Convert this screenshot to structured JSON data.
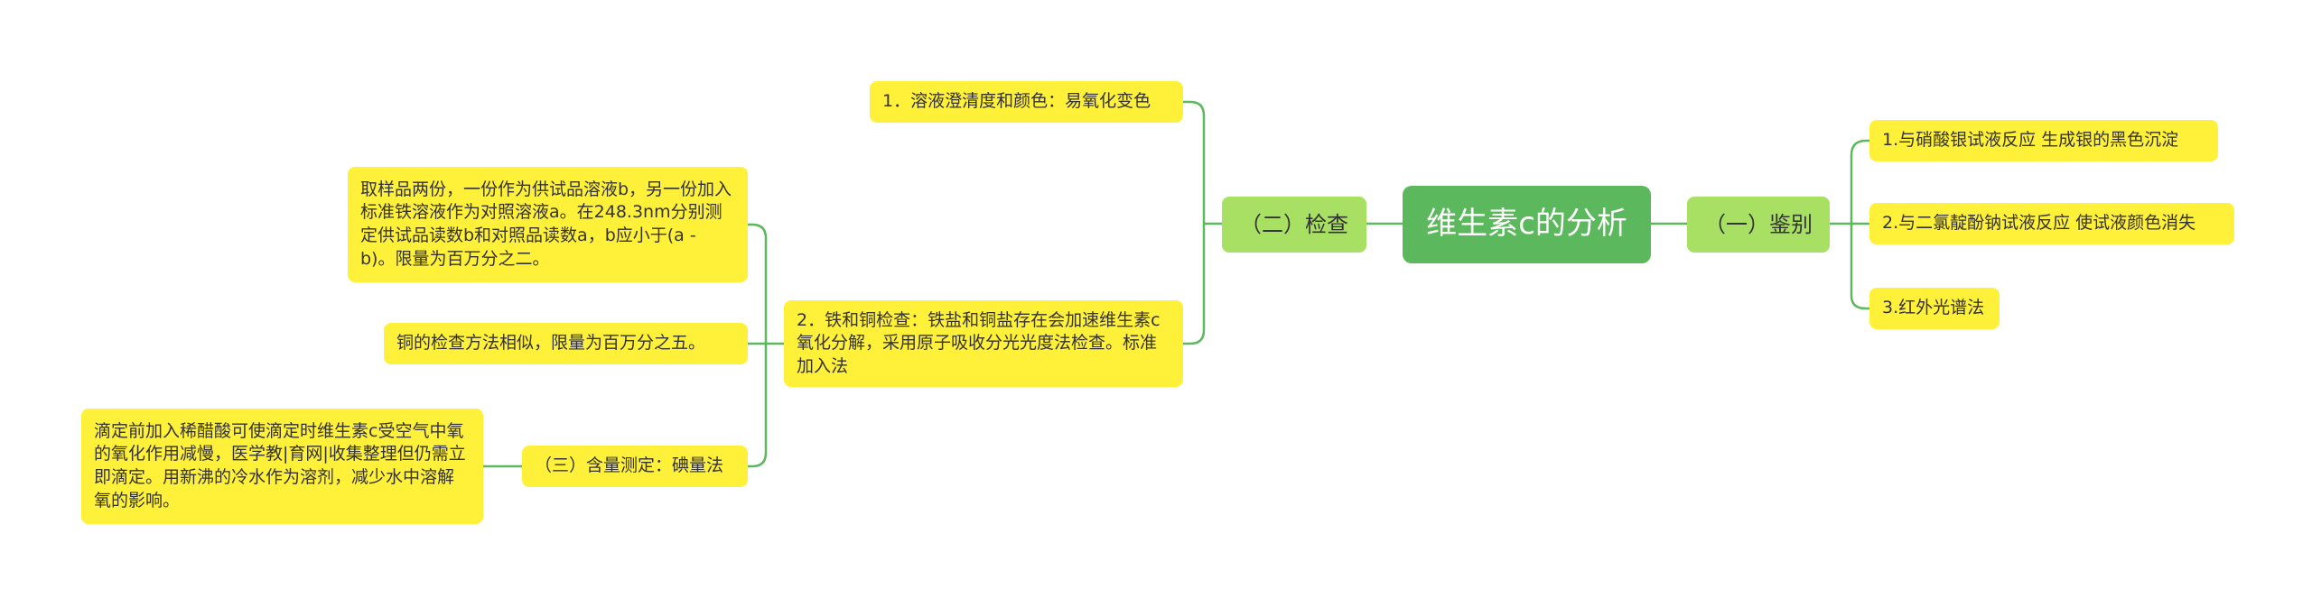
{
  "colors": {
    "root_bg": "#5cb85c",
    "level1_bg": "#a8e063",
    "leaf_bg": "#fff03a",
    "line": "#5cb85c"
  },
  "root": {
    "label": "维生素c的分析"
  },
  "right": {
    "branch": {
      "label": "（一）鉴别"
    },
    "leaves": [
      "1.与硝酸银试液反应 生成银的黑色沉淀",
      "2.与二氯靛酚钠试液反应 使试液颜色消失",
      "3.红外光谱法"
    ]
  },
  "left": {
    "branch": {
      "label": "（二）检查"
    },
    "item1": "1．溶液澄清度和颜色：易氧化变色",
    "item2": "2．铁和铜检查：铁盐和铜盐存在会加速维生素c氧化分解，采用原子吸收分光光度法检查。标准加入法",
    "item2_children": [
      "取样品两份，一份作为供试品溶液b，另一份加入标准铁溶液作为对照溶液a。在248.3nm分别测定供试品读数b和对照品读数a，b应小于(a - b)。限量为百万分之二。",
      "铜的检查方法相似，限量为百万分之五。"
    ],
    "item3": "（三）含量测定：碘量法",
    "item3_child": "滴定前加入稀醋酸可使滴定时维生素c受空气中氧的氧化作用减慢，医学教|育网|收集整理但仍需立即滴定。用新沸的冷水作为溶剂，减少水中溶解氧的影响。"
  }
}
